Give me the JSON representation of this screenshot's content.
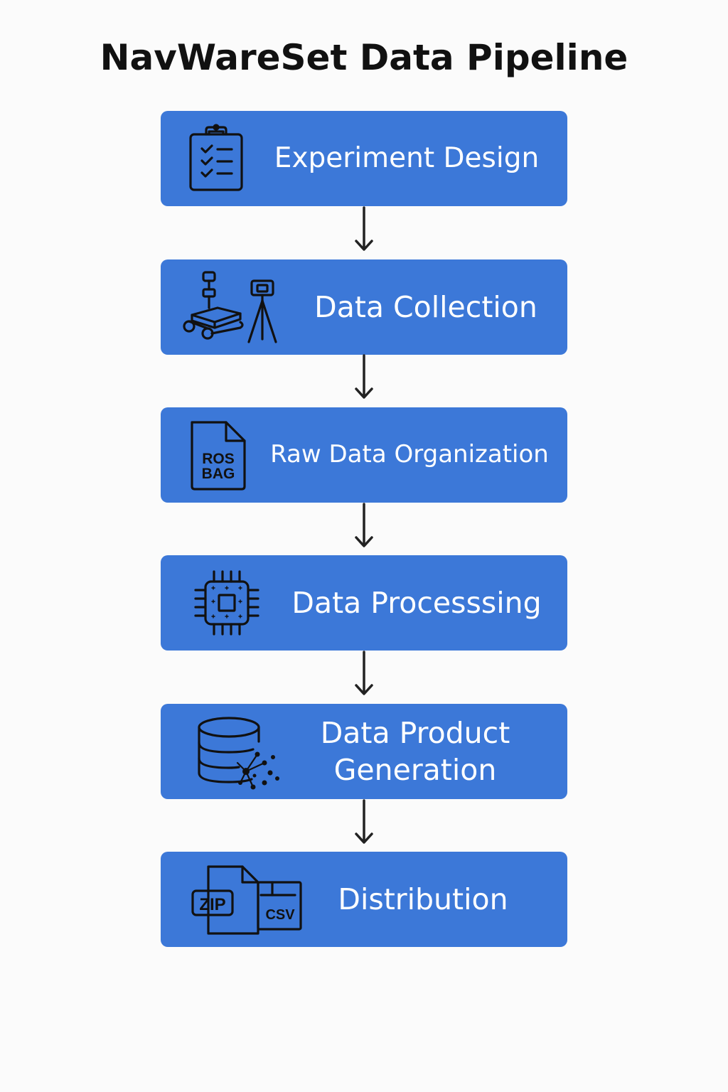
{
  "title": "NavWareSet Data Pipeline",
  "colors": {
    "box": "#3c78d8",
    "icon_stroke": "#111111",
    "arrow": "#222222",
    "text": "#ffffff",
    "background": "#fbfbfb"
  },
  "steps": [
    {
      "label": "Experiment Design",
      "icon": "clipboard-checklist-icon"
    },
    {
      "label": "Data Collection",
      "icon": "robot-and-tripod-icon"
    },
    {
      "label": "Raw Data Organization",
      "icon": "rosbag-file-icon",
      "icon_text": [
        "ROS",
        "BAG"
      ]
    },
    {
      "label": "Data Processsing",
      "icon": "processor-chip-icon"
    },
    {
      "label": "Data Product\nGeneration",
      "icon": "database-network-icon"
    },
    {
      "label": "Distribution",
      "icon": "zip-csv-files-icon",
      "icon_text": [
        "ZIP",
        "CSV"
      ]
    }
  ]
}
